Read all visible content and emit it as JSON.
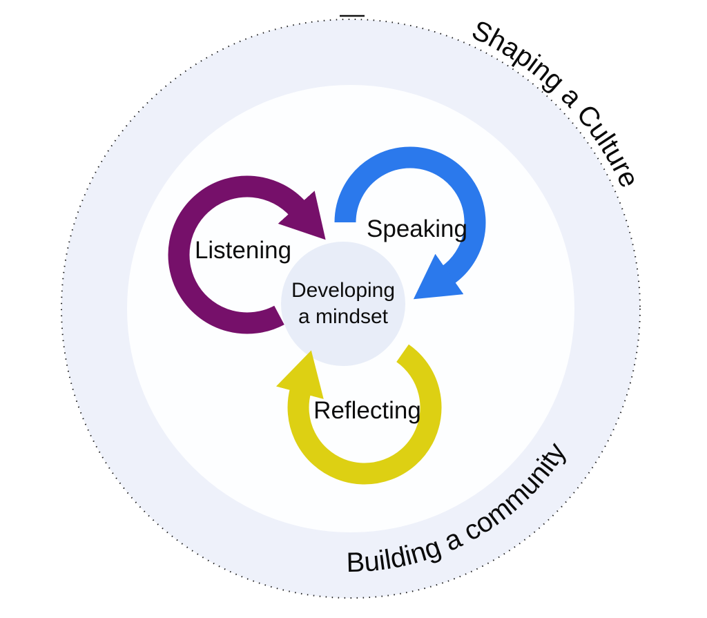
{
  "colors": {
    "background": "#ffffff",
    "outer_ring_fill": "#eef1fa",
    "inner_disc_fill": "#fdfeff",
    "center_disc_fill": "#e8edf8",
    "dotted_border": "#1c1c1c",
    "label_text": "#0d0d0d",
    "listening_arrow": "#76106a",
    "speaking_arrow": "#2b79ec",
    "reflecting_arrow": "#ddd013"
  },
  "diagram": {
    "outer_text_top": "Shaping a Culture",
    "outer_text_bottom": "Building a community",
    "center": {
      "line1": "Developing",
      "line2": "a mindset"
    },
    "cycles": [
      {
        "label": "Listening"
      },
      {
        "label": "Speaking"
      },
      {
        "label": "Reflecting"
      }
    ]
  }
}
